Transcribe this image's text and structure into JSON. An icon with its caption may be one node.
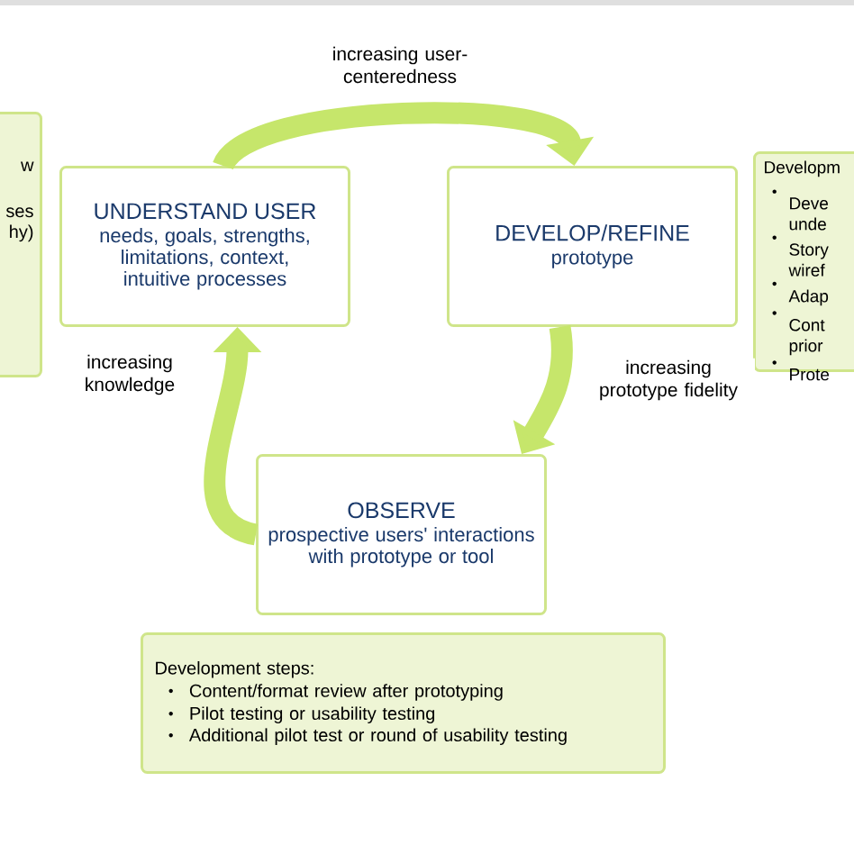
{
  "diagram": {
    "nodes": [
      {
        "text": [
          "w",
          "ses",
          "hy)"
        ]
      },
      {
        "text": [
          "UNDERSTAND USER",
          "needs, goals, strengths, limitations, context, intuitive processes"
        ]
      },
      {
        "text": [
          "DEVELOP/REFINE",
          "prototype"
        ]
      },
      {
        "text": [
          "Developm",
          "Deve unde",
          "Story wiref",
          "Adap",
          "Cont prior",
          "Prote"
        ]
      },
      {
        "text": [
          "OBSERVE",
          "prospective users' interactions with prototype or tool"
        ]
      },
      {
        "text": [
          "Development steps:",
          "Content/format review after prototyping",
          "Pilot testing or usability testing",
          "Additional pilot test or round of usability testing"
        ]
      }
    ],
    "edges": [
      {
        "from": 1,
        "to": 2,
        "arrow": "to",
        "label": "increasing user-centeredness"
      },
      {
        "from": 2,
        "to": 4,
        "arrow": "to",
        "label": "increasing prototype fidelity"
      },
      {
        "from": 4,
        "to": 1,
        "arrow": "to",
        "label": "increasing knowledge"
      }
    ]
  }
}
